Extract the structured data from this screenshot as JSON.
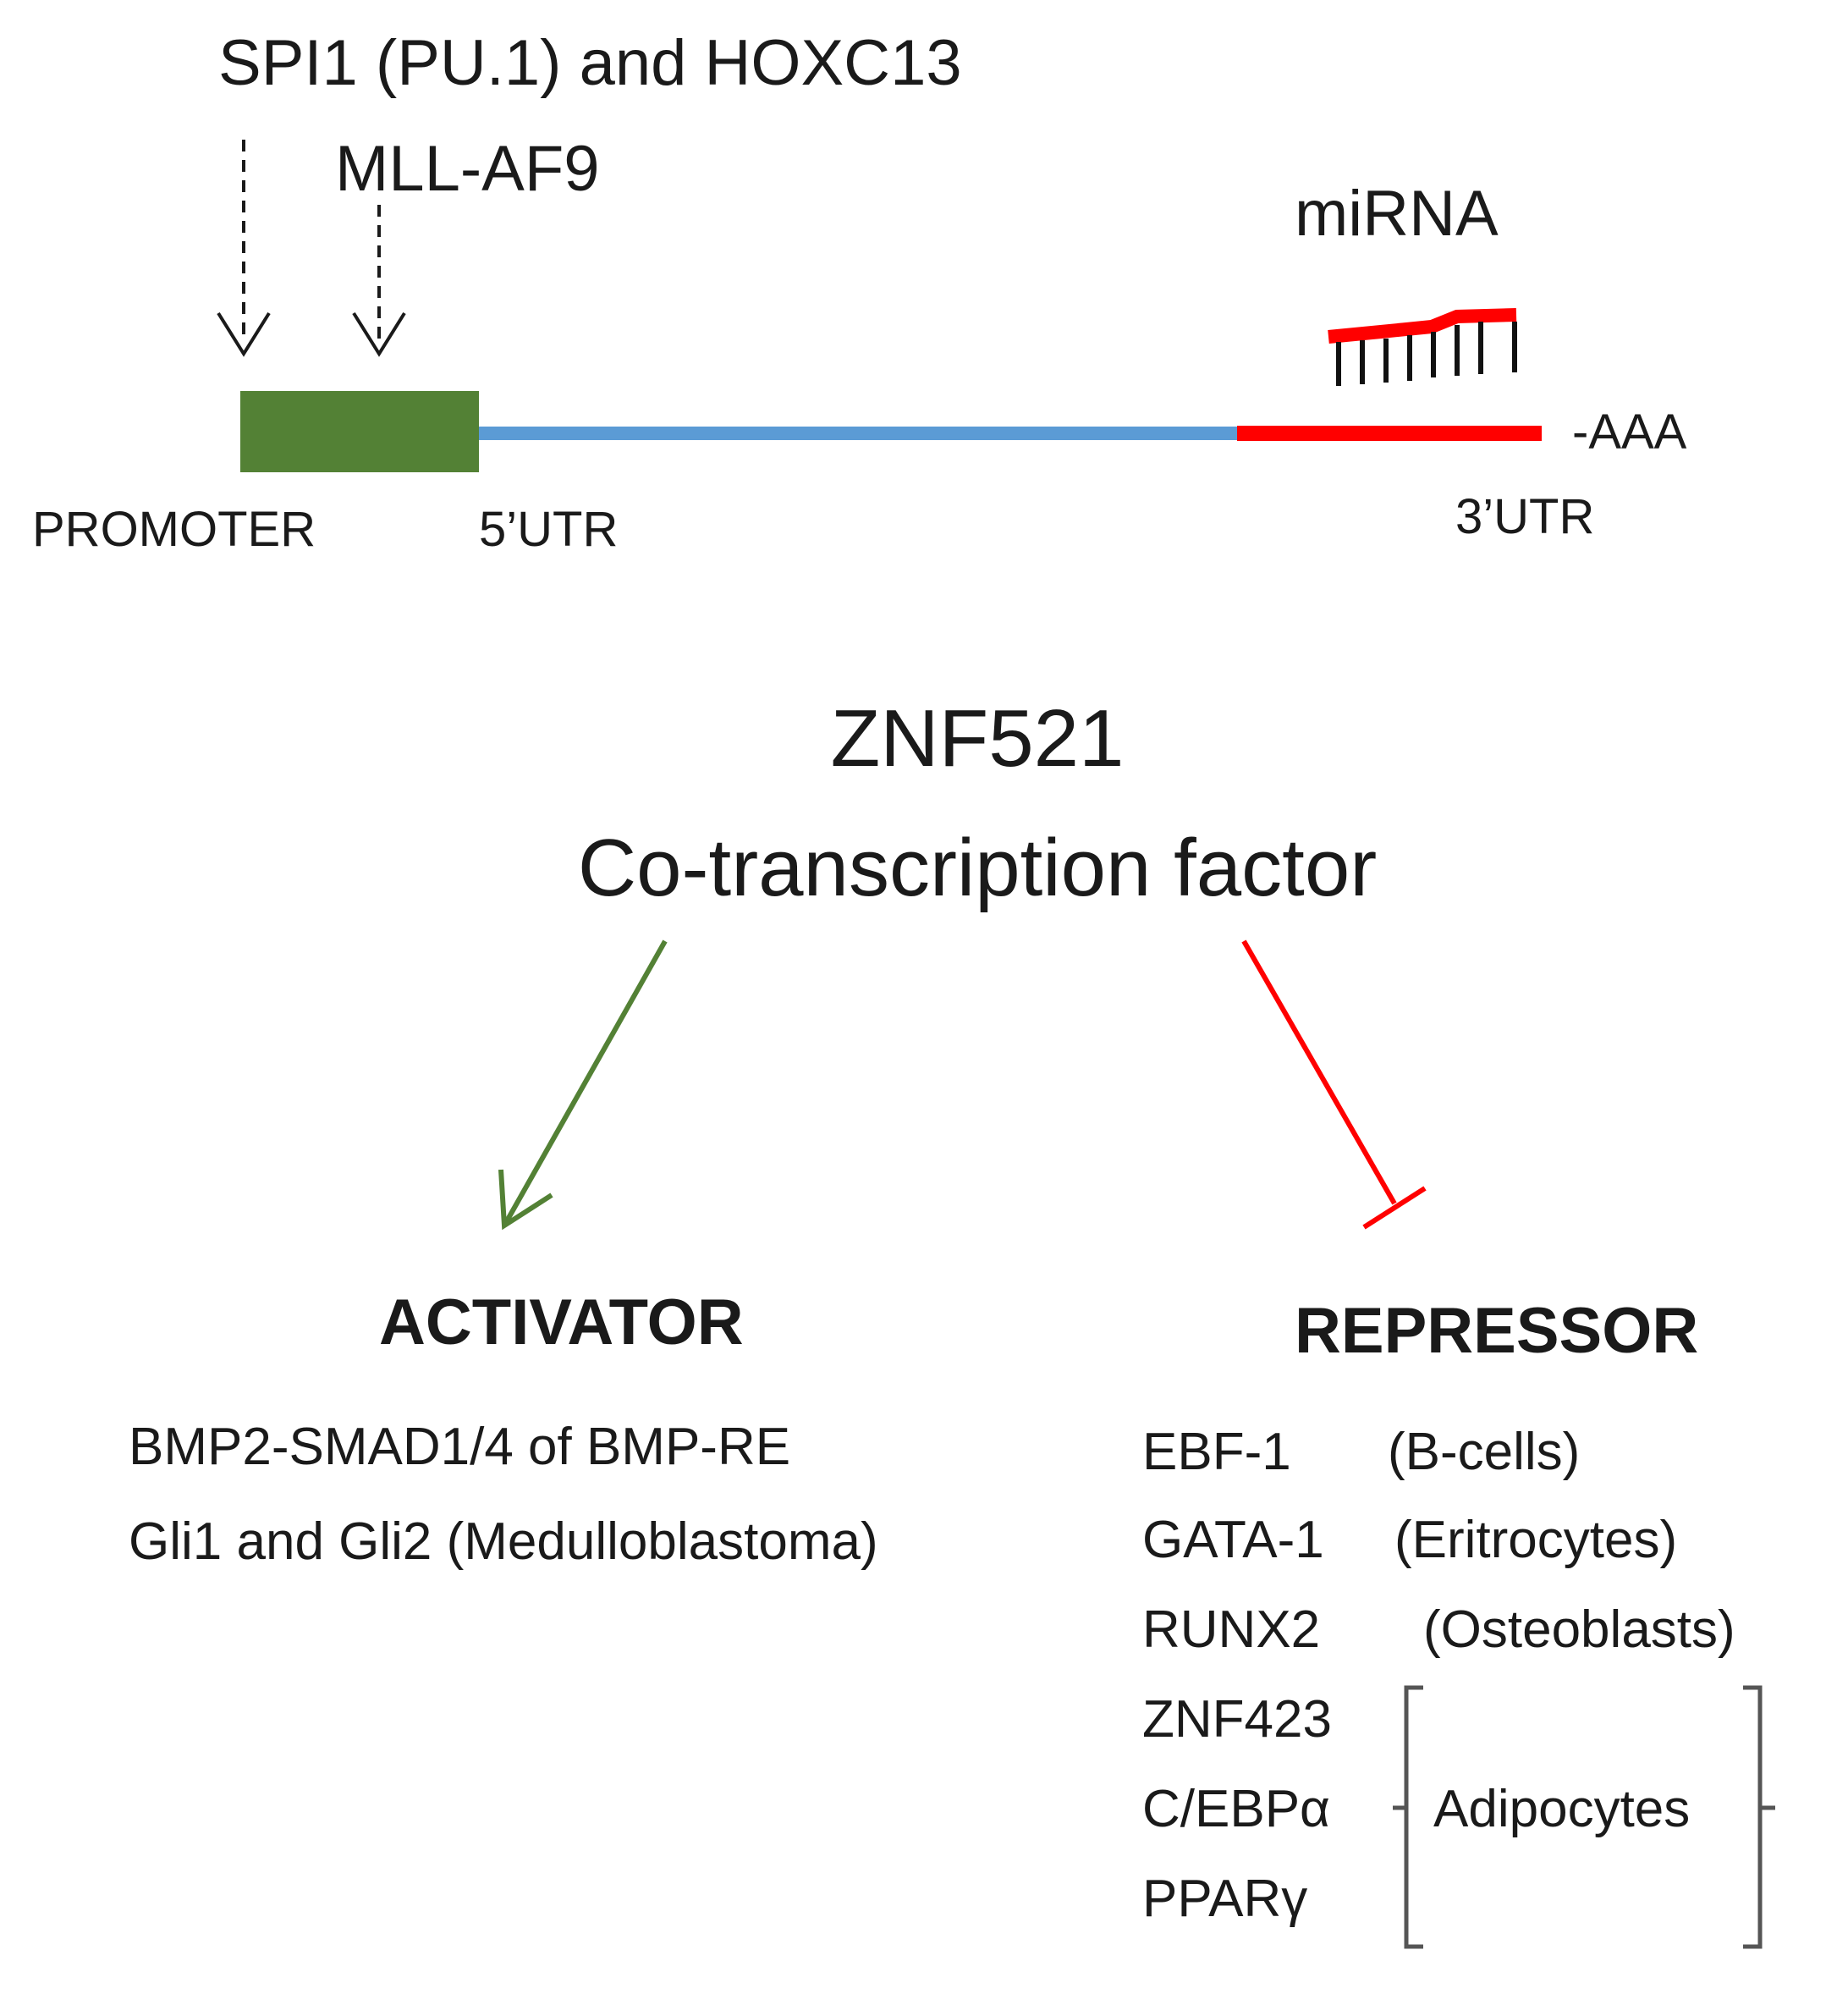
{
  "labels": {
    "upstream_regulators": "SPI1 (PU.1) and HOXC13",
    "mll": "MLL-AF9",
    "mirna": "miRNA",
    "polya": "-AAA",
    "promoter": "PROMOTER",
    "utr5": "5’UTR",
    "utr3": "3’UTR"
  },
  "center": {
    "gene": "ZNF521",
    "role": "Co-transcription factor"
  },
  "activator": {
    "heading": "ACTIVATOR",
    "items": [
      "BMP2-SMAD1/4 of BMP-RE",
      "Gli1 and Gli2 (Medulloblastoma)"
    ]
  },
  "repressor": {
    "heading": "REPRESSOR",
    "items": [
      {
        "name": "EBF-1",
        "context": "(B-cells)"
      },
      {
        "name": "GATA-1",
        "context": "(Eritrocytes)"
      },
      {
        "name": "RUNX2",
        "context": "(Osteoblasts)"
      },
      {
        "name": "ZNF423"
      },
      {
        "name": "C/EBPα"
      },
      {
        "name": "PPARγ"
      }
    ],
    "group_label": "Adipocytes"
  },
  "colors": {
    "promoter": "#538135",
    "mrna": "#5b9bd5",
    "utr3": "#ff0000",
    "activation": "#538135",
    "repression": "#ff0000",
    "text": "#1a1a1a"
  }
}
